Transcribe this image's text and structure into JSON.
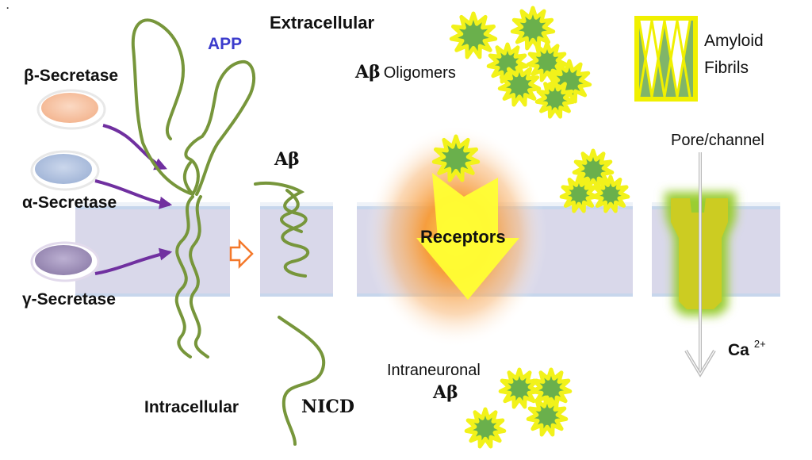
{
  "labels": {
    "dot": ".",
    "extracellular": "Extracellular",
    "app": "APP",
    "beta_secretase": "β-Secretase",
    "alpha_secretase": "α-Secretase",
    "gamma_secretase": "γ-Secretase",
    "abeta": "Aβ",
    "abeta_oligomers_symbol": "Aβ",
    "abeta_oligomers_word": "Oligomers",
    "receptors": "Receptors",
    "amyloid": "Amyloid",
    "fibrils": "Fibrils",
    "pore_channel": "Pore/channel",
    "ca": "Ca",
    "ca_charge": "2+",
    "intraneuronal": "Intraneuronal",
    "intraneuronal_abeta": "Aβ",
    "intracellular": "Intracellular",
    "nicd": "NICD"
  },
  "colors": {
    "membrane": "#d9d8ea",
    "membrane_edge": "#c7d6ec",
    "strand": "#77963b",
    "app_label": "#3c3ccc",
    "arrow": "#7030a0",
    "open_arrow": "#f4792b",
    "beta_enzyme": "#f8c6a4",
    "alpha_enzyme": "#b4c4e0",
    "gamma_enzyme": "#a89ac0",
    "star_fill": "#6ab04c",
    "star_edge": "#f2f21a",
    "receptor_glow": "#f79a35",
    "receptor_arrow": "#ffff33",
    "pore_fill": "#cccc22",
    "pore_glow": "#9acd32",
    "fibril_fill": "#6aa84f",
    "fibril_edge": "#f0f000"
  }
}
